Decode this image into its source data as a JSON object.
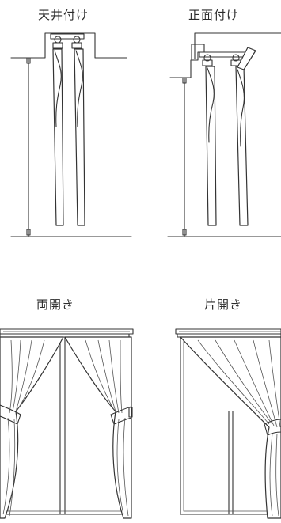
{
  "labels": {
    "ceiling_mount": "天井付け",
    "front_mount": "正面付け",
    "double_open": "両開き",
    "single_open": "片開き"
  },
  "colors": {
    "line": "#333333",
    "background": "#ffffff"
  }
}
